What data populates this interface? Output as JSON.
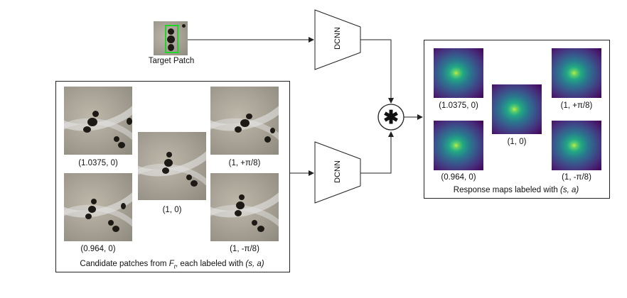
{
  "target": {
    "caption": "Target Patch"
  },
  "dcnn": {
    "top_label": "DCNN",
    "bottom_label": "DCNN"
  },
  "operator": {
    "symbol": "✱"
  },
  "candidates": {
    "caption_prefix": "Candidate patches from ",
    "caption_var": "F",
    "caption_sub": "t",
    "caption_suffix": ", each labeled with ",
    "caption_sa": "(s, a)",
    "items": [
      {
        "label": "(1.0375, 0)"
      },
      {
        "label": "(0.964, 0)"
      },
      {
        "label": "(1, 0)"
      },
      {
        "label": "(1, +π/8)"
      },
      {
        "label": "(1, -π/8)"
      }
    ]
  },
  "responses": {
    "caption_prefix": "Response maps labeled with ",
    "caption_sa": "(s, a)",
    "items": [
      {
        "label": "(1.0375, 0)"
      },
      {
        "label": "(0.964, 0)"
      },
      {
        "label": "(1, 0)"
      },
      {
        "label": "(1, +π/8)"
      },
      {
        "label": "(1, -π/8)"
      }
    ]
  },
  "colors": {
    "stroke": "#222222",
    "highlight": "#22d32a"
  }
}
